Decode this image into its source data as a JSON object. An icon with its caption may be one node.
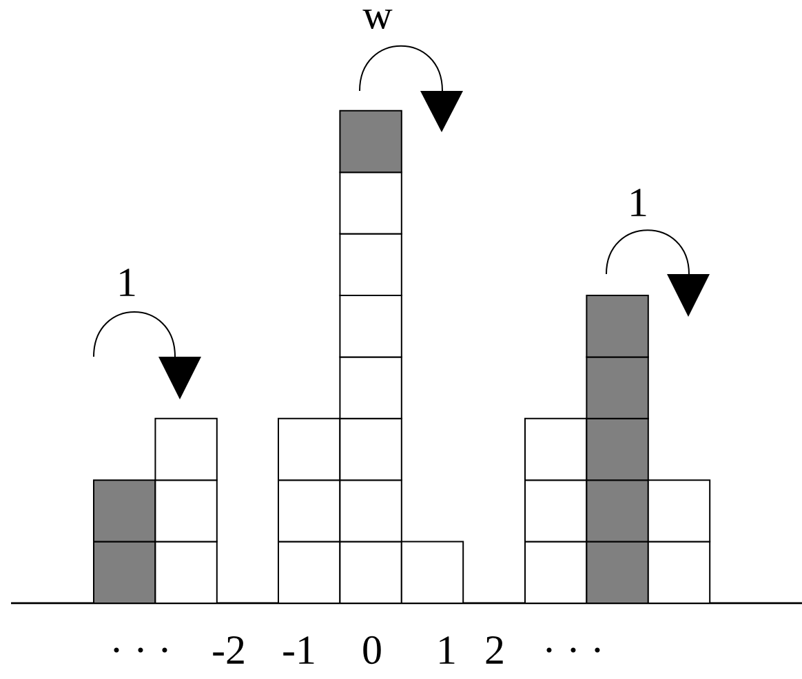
{
  "diagram": {
    "labels": [
      "w",
      "1",
      "1",
      ". . .",
      "-2",
      "-1",
      "0",
      "1",
      "2",
      ". . ."
    ]
  }
}
